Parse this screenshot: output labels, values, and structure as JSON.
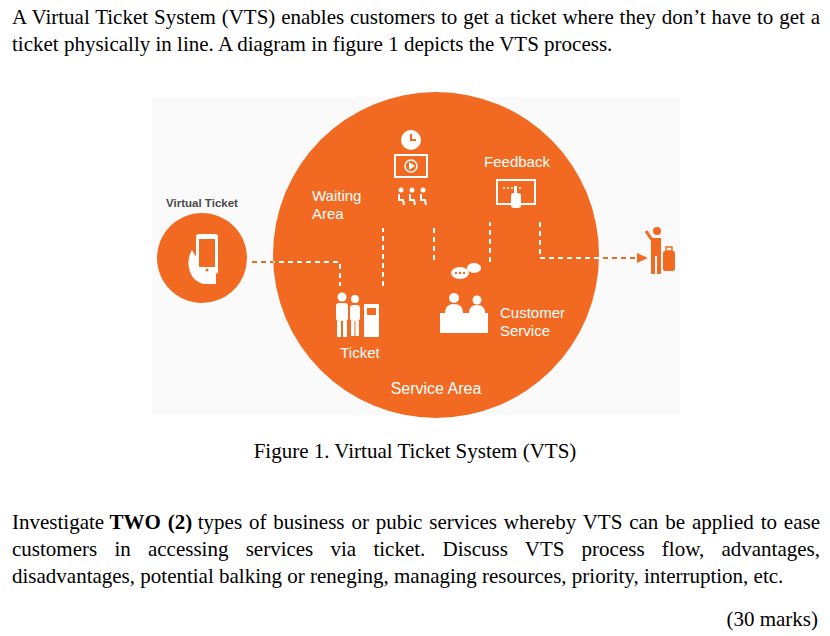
{
  "diagram": {
    "caption": "Figure 1. Virtual Ticket System (VTS)",
    "nodes": [
      {
        "text": [
          "Virtual Ticket"
        ]
      },
      {
        "text": [
          "Service Area"
        ]
      },
      {
        "text": [
          "Waiting Area"
        ],
        "in": 1
      },
      {
        "text": [
          "Feedback"
        ],
        "in": 1
      },
      {
        "text": [
          "Ticket"
        ],
        "in": 1
      },
      {
        "text": [
          "Customer Service"
        ],
        "in": 1
      }
    ],
    "edges": [
      {
        "from": 0,
        "to": 4,
        "arrow": "none"
      },
      {
        "from": 4,
        "to": 2,
        "arrow": "none"
      },
      {
        "from": 2,
        "to": 5,
        "arrow": "none"
      },
      {
        "from": 5,
        "to": 3,
        "arrow": "none"
      }
    ],
    "labels": [
      "A Virtual Ticket System (VTS) enables customers to get a ticket where they don’t have to get a ticket physically in line. A diagram in figure 1 depicts the VTS process.",
      "Investigate",
      "TWO (2)",
      "types of business or pubic services whereby VTS can be applied to ease customers in accessing services via ticket. Discuss VTS process flow, advantages, disadvantages, potential balking or reneging, managing resources, priority, interruption, etc.",
      "(30 marks)"
    ]
  }
}
